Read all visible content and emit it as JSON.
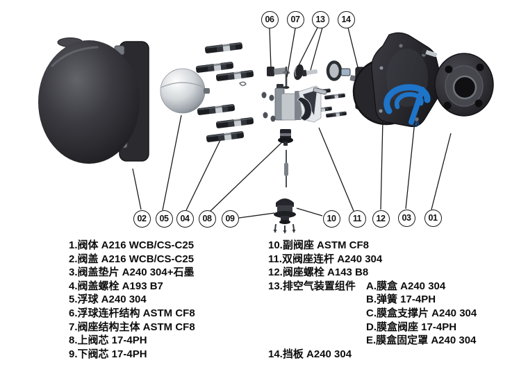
{
  "diagram": {
    "callouts_top": [
      "06",
      "07",
      "13",
      "14"
    ],
    "callouts_bottom": [
      "02",
      "05",
      "04",
      "08",
      "09",
      "10",
      "11",
      "12",
      "03",
      "01"
    ],
    "logo": {
      "registered_mark": "®",
      "color": "#1e74c8"
    }
  },
  "parts_list": {
    "left": [
      "1.阀体 A216 WCB/CS-C25",
      "2.阀盖 A216 WCB/CS-C25",
      "3.阀盖垫片 A240 304+石墨",
      "4.阀盖螺栓 A193 B7",
      "5.浮球 A240 304",
      "6.浮球连杆结构 ASTM CF8",
      "7.阀座结构主体 ASTM CF8",
      "8.上阀芯 17-4PH",
      "9.下阀芯 17-4PH"
    ],
    "right": [
      {
        "main": "10.副阀座 ASTM CF8",
        "sub": ""
      },
      {
        "main": "11.双阀座连杆 A240 304",
        "sub": ""
      },
      {
        "main": "12.阀座螺栓 A143 B8",
        "sub": ""
      },
      {
        "main": "13.排空气装置组件",
        "sub": "A.膜盒 A240 304"
      },
      {
        "main": "",
        "sub": "B.弹簧 17-4PH"
      },
      {
        "main": "",
        "sub": "C.膜盒支撑片 A240 304"
      },
      {
        "main": "",
        "sub": "D.膜盒阀座 17-4PH"
      },
      {
        "main": "",
        "sub": "E.膜盒固定罩 A240 304"
      },
      {
        "main": "14.挡板 A240 304",
        "sub": ""
      }
    ]
  }
}
